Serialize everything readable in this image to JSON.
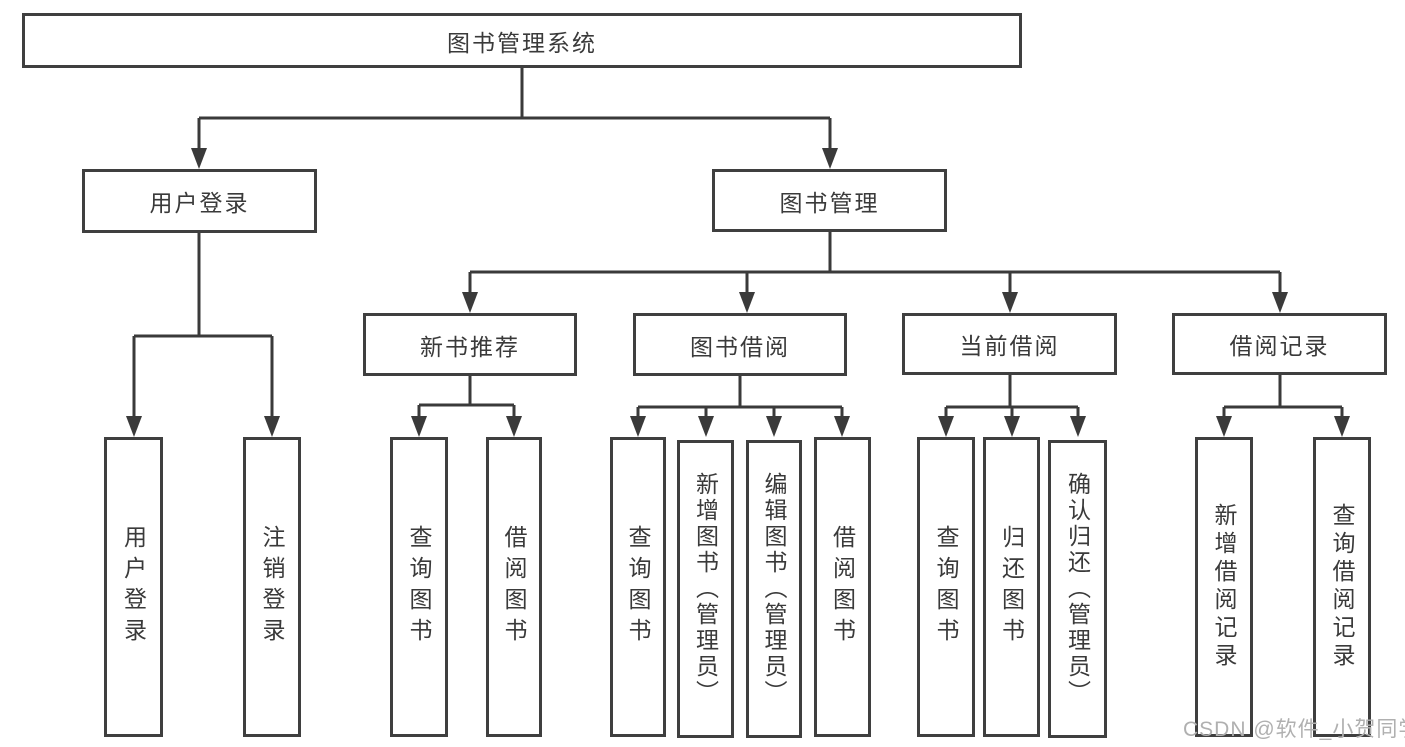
{
  "diagram_title": "图书管理系统",
  "tree": {
    "root": {
      "label": "图书管理系统"
    },
    "branches": [
      {
        "label": "用户登录",
        "children": [
          {
            "label": "用户登录"
          },
          {
            "label": "注销登录"
          }
        ]
      },
      {
        "label": "图书管理",
        "children": [
          {
            "label": "新书推荐",
            "children": [
              {
                "label": "查询图书"
              },
              {
                "label": "借阅图书"
              }
            ]
          },
          {
            "label": "图书借阅",
            "children": [
              {
                "label": "查询图书"
              },
              {
                "label": "新增图书（管理员）"
              },
              {
                "label": "编辑图书（管理员）"
              },
              {
                "label": "借阅图书"
              }
            ]
          },
          {
            "label": "当前借阅",
            "children": [
              {
                "label": "查询图书"
              },
              {
                "label": "归还图书"
              },
              {
                "label": "确认归还（管理员）"
              }
            ]
          },
          {
            "label": "借阅记录",
            "children": [
              {
                "label": "新增借阅记录"
              },
              {
                "label": "查询借阅记录"
              }
            ]
          }
        ]
      }
    ]
  },
  "watermark": {
    "text": "CSDN @软件_小贺同学",
    "color": "#b0b0b0"
  },
  "colors": {
    "background": "#ffffff",
    "box_border": "#3f3f3f",
    "connector_line": "#3a3a3a",
    "text": "#3a3a3a"
  }
}
